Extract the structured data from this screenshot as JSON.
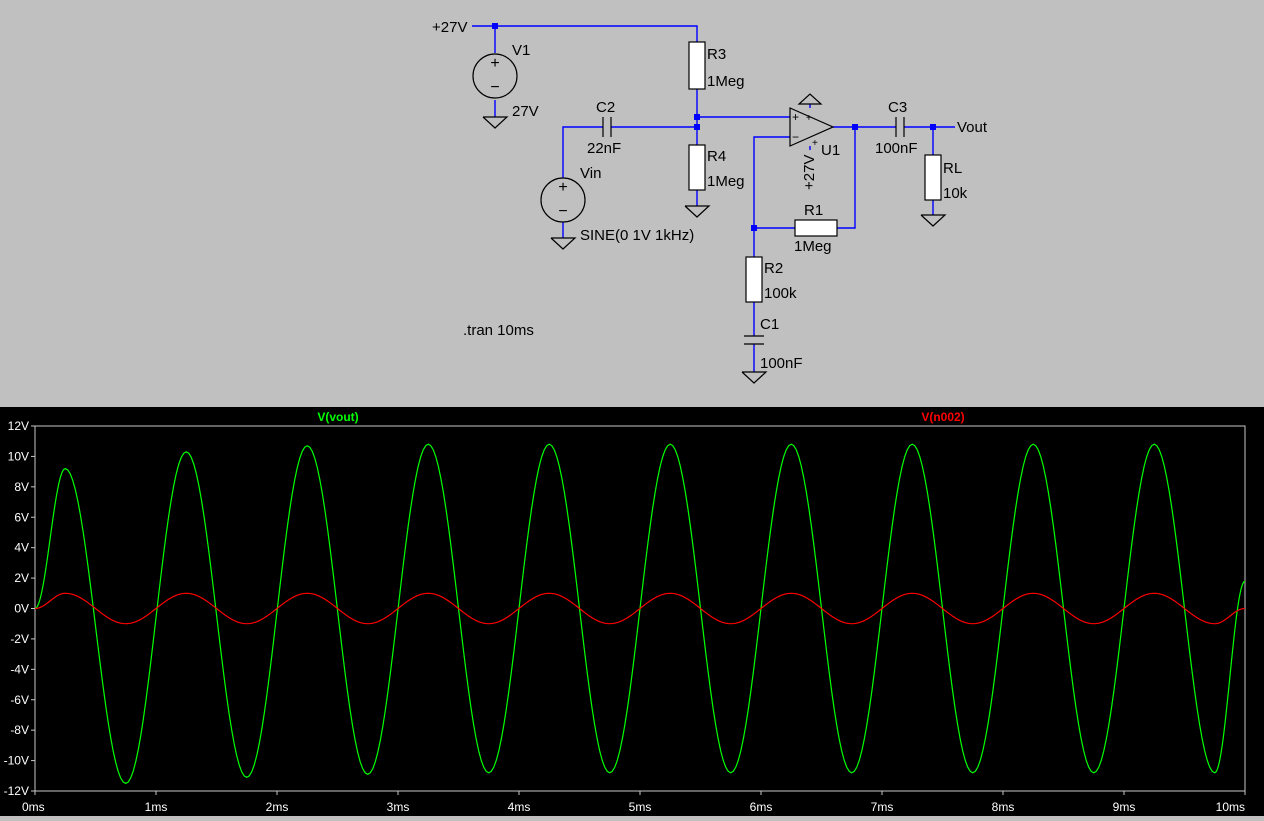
{
  "schematic": {
    "labels": {
      "supply_net": "+27V",
      "v1_name": "V1",
      "v1_value": "27V",
      "r3_name": "R3",
      "r3_value": "1Meg",
      "c2_name": "C2",
      "c2_value": "22nF",
      "r4_name": "R4",
      "r4_value": "1Meg",
      "vin_name": "Vin",
      "vin_value": "SINE(0 1V 1kHz)",
      "u1_name": "U1",
      "u1_supply": "+27V",
      "r1_name": "R1",
      "r1_value": "1Meg",
      "c3_name": "C3",
      "c3_value": "100nF",
      "vout_net": "Vout",
      "rl_name": "RL",
      "rl_value": "10k",
      "r2_name": "R2",
      "r2_value": "100k",
      "c1_name": "C1",
      "c1_value": "100nF",
      "tran_directive": ".tran 10ms",
      "plus_sign": "+",
      "minus_sign": "−"
    },
    "colors": {
      "wire": "#0000ff",
      "background": "#c0c0c0"
    }
  },
  "chart_data": {
    "type": "line",
    "x_unit": "ms",
    "xlim": [
      0,
      10
    ],
    "ylim": [
      -12,
      12
    ],
    "x_ticks": [
      "0ms",
      "1ms",
      "2ms",
      "3ms",
      "4ms",
      "5ms",
      "6ms",
      "7ms",
      "8ms",
      "9ms",
      "10ms"
    ],
    "y_ticks": [
      "12V",
      "10V",
      "8V",
      "6V",
      "4V",
      "2V",
      "0V",
      "-2V",
      "-4V",
      "-6V",
      "-8V",
      "-10V",
      "-12V"
    ],
    "background": "#000000",
    "series": [
      {
        "name": "V(vout)",
        "color": "#00ff00",
        "x": [
          0,
          0.25,
          0.75,
          1.25,
          1.75,
          2.25,
          2.75,
          3.25,
          3.75,
          4.25,
          4.75,
          5.25,
          5.75,
          6.25,
          6.75,
          7.25,
          7.75,
          8.25,
          8.75,
          9.25,
          9.75,
          10
        ],
        "y": [
          0,
          9.2,
          -11.5,
          10.3,
          -11.1,
          10.7,
          -10.9,
          10.8,
          -10.8,
          10.8,
          -10.8,
          10.8,
          -10.8,
          10.8,
          -10.8,
          10.8,
          -10.8,
          10.8,
          -10.8,
          10.8,
          -10.8,
          1.8
        ]
      },
      {
        "name": "V(n002)",
        "color": "#ff0000",
        "x": [
          0,
          0.25,
          0.75,
          1.25,
          1.75,
          2.25,
          2.75,
          3.25,
          3.75,
          4.25,
          4.75,
          5.25,
          5.75,
          6.25,
          6.75,
          7.25,
          7.75,
          8.25,
          8.75,
          9.25,
          9.75,
          10
        ],
        "y": [
          0,
          1,
          -1,
          1,
          -1,
          1,
          -1,
          1,
          -1,
          1,
          -1,
          1,
          -1,
          1,
          -1,
          1,
          -1,
          1,
          -1,
          1,
          -1,
          0
        ]
      }
    ]
  }
}
